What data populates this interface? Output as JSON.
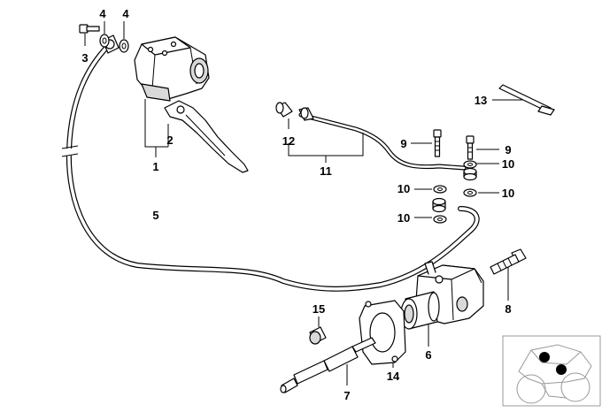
{
  "callouts": [
    {
      "id": "c1",
      "text": "1"
    },
    {
      "id": "c2",
      "text": "2"
    },
    {
      "id": "c3",
      "text": "3"
    },
    {
      "id": "c4a",
      "text": "4"
    },
    {
      "id": "c4b",
      "text": "4"
    },
    {
      "id": "c5",
      "text": "5"
    },
    {
      "id": "c6",
      "text": "6"
    },
    {
      "id": "c7",
      "text": "7"
    },
    {
      "id": "c8",
      "text": "8"
    },
    {
      "id": "c9a",
      "text": "9"
    },
    {
      "id": "c9b",
      "text": "9"
    },
    {
      "id": "c10a",
      "text": "10"
    },
    {
      "id": "c10b",
      "text": "10"
    },
    {
      "id": "c10c",
      "text": "10"
    },
    {
      "id": "c10d",
      "text": "10"
    },
    {
      "id": "c11",
      "text": "11"
    },
    {
      "id": "c12",
      "text": "12"
    },
    {
      "id": "c13",
      "text": "13"
    },
    {
      "id": "c14",
      "text": "14"
    },
    {
      "id": "c15",
      "text": "15"
    }
  ],
  "thumbnail": {
    "marker_color": "#000000"
  }
}
